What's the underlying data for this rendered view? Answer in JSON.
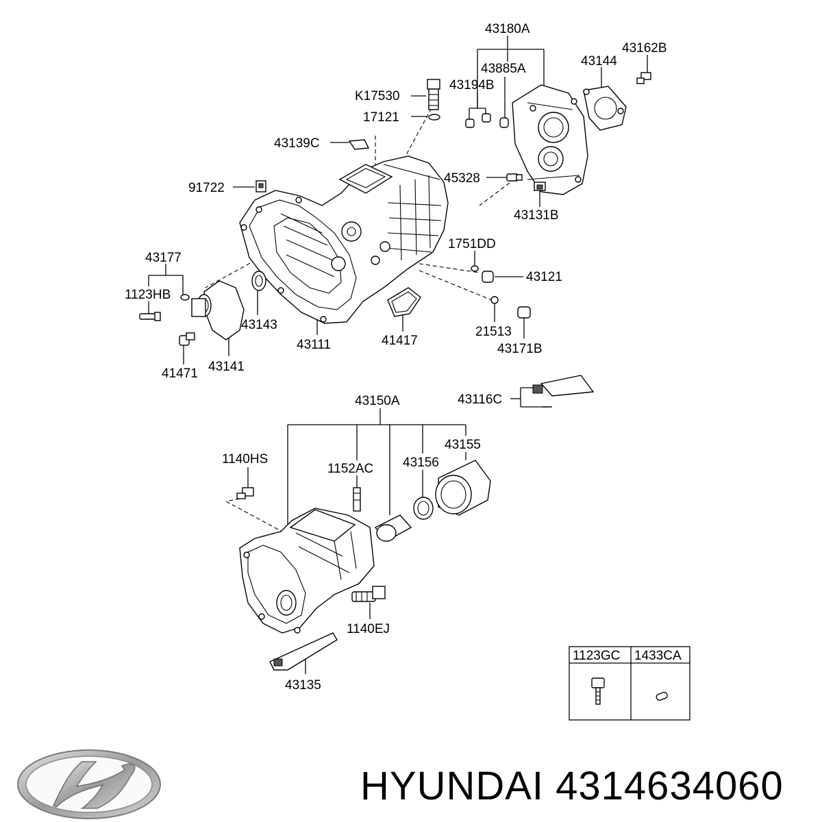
{
  "parts": [
    {
      "id": "p43180A",
      "label": "43180A"
    },
    {
      "id": "p43162B",
      "label": "43162B"
    },
    {
      "id": "p43144",
      "label": "43144"
    },
    {
      "id": "p43885A",
      "label": "43885A"
    },
    {
      "id": "pK17530",
      "label": "K17530"
    },
    {
      "id": "p43194B",
      "label": "43194B"
    },
    {
      "id": "p17121",
      "label": "17121"
    },
    {
      "id": "p43139C",
      "label": "43139C"
    },
    {
      "id": "p91722",
      "label": "91722"
    },
    {
      "id": "p45328",
      "label": "45328"
    },
    {
      "id": "p43131B",
      "label": "43131B"
    },
    {
      "id": "p43177",
      "label": "43177"
    },
    {
      "id": "p1751DD",
      "label": "1751DD"
    },
    {
      "id": "p1123HB",
      "label": "1123HB"
    },
    {
      "id": "p43121",
      "label": "43121"
    },
    {
      "id": "p43143",
      "label": "43143"
    },
    {
      "id": "p21513",
      "label": "21513"
    },
    {
      "id": "p41417",
      "label": "41417"
    },
    {
      "id": "p43111",
      "label": "43111"
    },
    {
      "id": "p43171B",
      "label": "43171B"
    },
    {
      "id": "p41471",
      "label": "41471"
    },
    {
      "id": "p43141",
      "label": "43141"
    },
    {
      "id": "p43150A",
      "label": "43150A"
    },
    {
      "id": "p43116C",
      "label": "43116C"
    },
    {
      "id": "p43155",
      "label": "43155"
    },
    {
      "id": "p1140HS",
      "label": "1140HS"
    },
    {
      "id": "p1152AC",
      "label": "1152AC"
    },
    {
      "id": "p43156",
      "label": "43156"
    },
    {
      "id": "p1140EJ",
      "label": "1140EJ"
    },
    {
      "id": "p43135",
      "label": "43135"
    }
  ],
  "legend_table": {
    "columns": [
      "1123GC",
      "1433CA"
    ]
  },
  "brand": {
    "name": "HYUNDAI",
    "part_number": "4314634060",
    "logo_icon": "hyundai-logo-icon"
  }
}
